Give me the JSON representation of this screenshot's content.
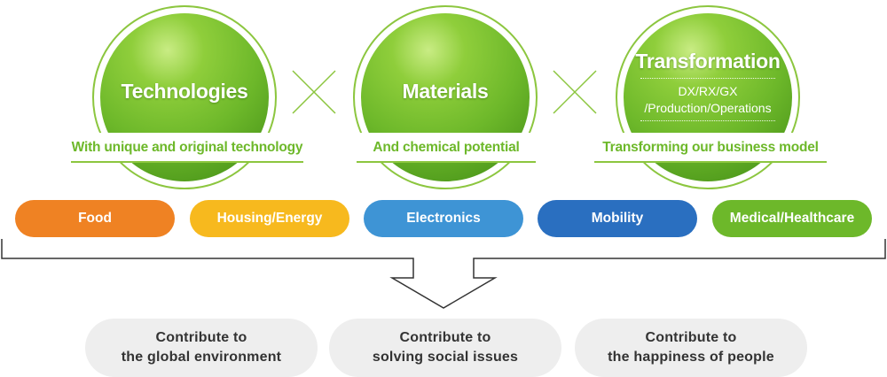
{
  "circles": [
    {
      "title": "Technologies",
      "tagline": "With unique and original technology"
    },
    {
      "title": "Materials",
      "tagline": "And chemical potential"
    },
    {
      "title": "Transformation",
      "subtitle_line1": "DX/RX/GX",
      "subtitle_line2": "/Production/Operations",
      "tagline": "Transforming our business model"
    }
  ],
  "fields": [
    {
      "label": "Food",
      "color": "#ef8223"
    },
    {
      "label": "Housing/Energy",
      "color": "#f7b91e"
    },
    {
      "label": "Electronics",
      "color": "#3e94d5"
    },
    {
      "label": "Mobility",
      "color": "#2a6fc0"
    },
    {
      "label": "Medical/Healthcare",
      "color": "#6db82a"
    }
  ],
  "contributions": [
    {
      "line1": "Contribute to",
      "line2": "the global environment"
    },
    {
      "line1": "Contribute to",
      "line2": "solving social issues"
    },
    {
      "line1": "Contribute to",
      "line2": "the happiness of people"
    }
  ],
  "colors": {
    "accent_green": "#6db82a",
    "ring_green": "#8cc63f",
    "contribution_bg": "#eeeeee"
  }
}
